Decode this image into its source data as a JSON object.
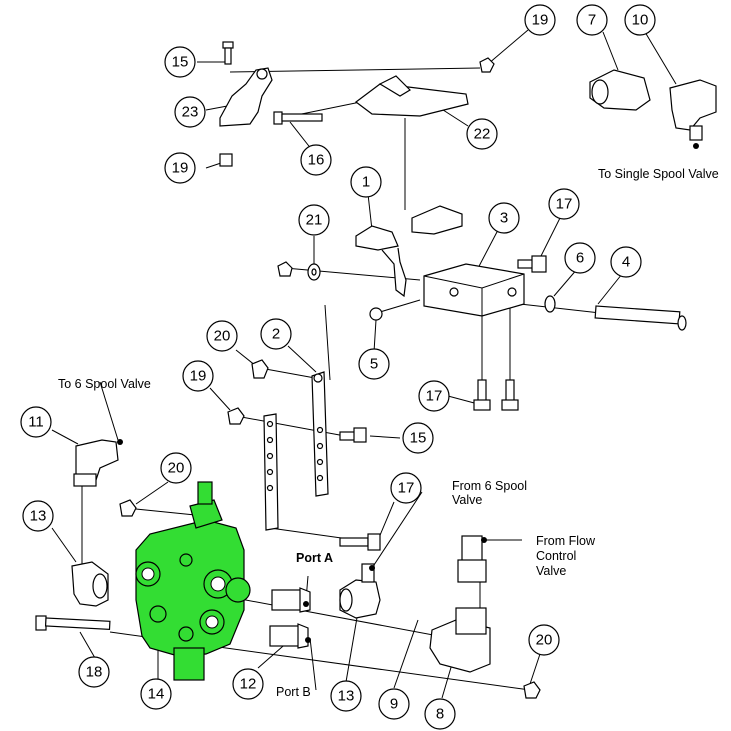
{
  "callouts": {
    "c1": "1",
    "c2": "2",
    "c3": "3",
    "c4": "4",
    "c5": "5",
    "c6": "6",
    "c7": "7",
    "c8": "8",
    "c9": "9",
    "c10": "10",
    "c11": "11",
    "c12": "12",
    "c13a": "13",
    "c13b": "13",
    "c14": "14",
    "c15a": "15",
    "c15b": "15",
    "c16": "16",
    "c17a": "17",
    "c17b": "17",
    "c17c": "17",
    "c18": "18",
    "c19a": "19",
    "c19b": "19",
    "c19c": "19",
    "c20a": "20",
    "c20b": "20",
    "c20c": "20",
    "c21": "21",
    "c22": "22",
    "c23": "23"
  },
  "notes": {
    "to_single": "To Single Spool Valve",
    "to_six": "To 6 Spool Valve",
    "from_six_1": "From 6 Spool",
    "from_six_2": "Valve",
    "from_flow_1": "From Flow",
    "from_flow_2": "Control",
    "from_flow_3": "Valve",
    "port_a": "Port A",
    "port_b": "Port B"
  },
  "colors": {
    "valve_body": "#33dd33"
  }
}
